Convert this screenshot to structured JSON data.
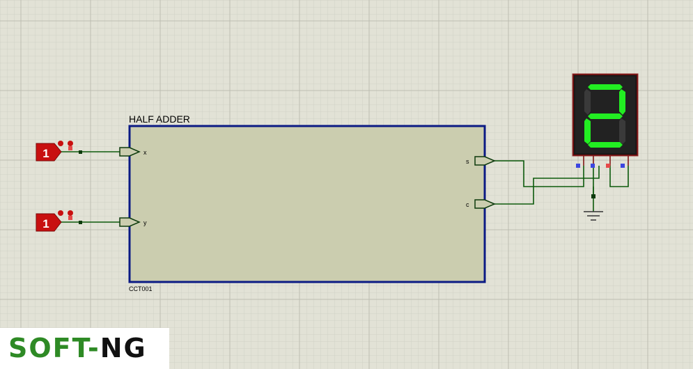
{
  "schematic": {
    "subcircuit": {
      "title": "HALF ADDER",
      "ref": "CCT001"
    },
    "pins": {
      "x": "x",
      "y": "y",
      "s": "s",
      "c": "c"
    },
    "logic_states": {
      "x": "1",
      "y": "1"
    },
    "display": {
      "digit": "2",
      "segment_color": "#22ee22",
      "body_color": "#6a0a0a"
    },
    "colors": {
      "wire": "#0c5a0c",
      "block_border": "#0b1a84",
      "block_fill": "#cbcdaf",
      "logicstate": "#c81010",
      "grid": "#c9cabf"
    }
  },
  "watermark": {
    "part1": "SOFT-",
    "part2": "NG"
  }
}
